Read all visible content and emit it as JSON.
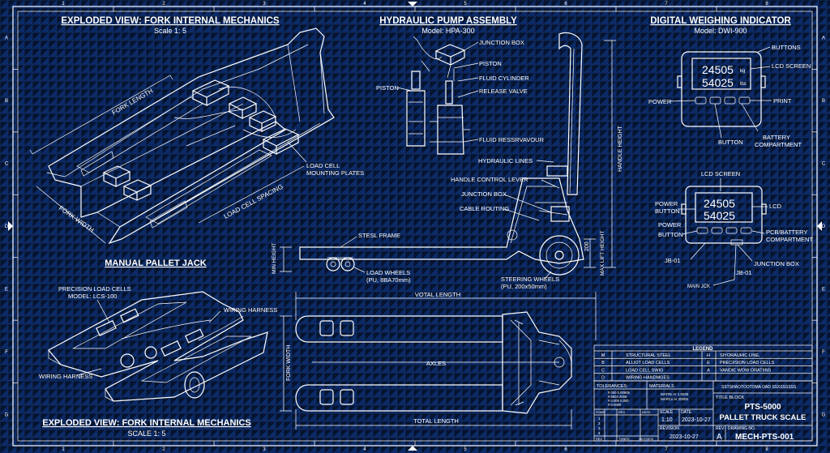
{
  "border": {
    "columns": [
      "1",
      "2",
      "3",
      "4",
      "5",
      "6",
      "7",
      "8"
    ],
    "rows": [
      "A",
      "B",
      "C",
      "D",
      "E",
      "F",
      "G"
    ]
  },
  "exploded_top": {
    "title": "EXPLODED VIEW: FORK INTERNAL MECHANICS",
    "scale": "Scale 1: 5"
  },
  "pump": {
    "title": "HYDRAULIC PUMP ASSEMBLY",
    "model": "Model: HPA-300"
  },
  "indicator": {
    "title": "DIGITAL WEIGHING INDICATOR",
    "model": "Model: DWI-900"
  },
  "exploded_bottom": {
    "title": "EXPLODED VIEW: FORK INTERNAL MECHANICS",
    "scale": "SCALE 1: 5"
  },
  "fork_labels": {
    "fork_length": "FORK LENGTH",
    "fork_width": "FORK WIDTH",
    "load_cell_spacing": "LOAD CELL SPACING",
    "mounting_plates_1": "LOAD CELL",
    "mounting_plates_2": "MOUNTING PLATES"
  },
  "pump_labels": {
    "junction_box": "JUNCTION BOX",
    "piston_left": "PISTON",
    "piston": "PISTON",
    "fluid_cylinder": "FLUID CYLINDER",
    "release_valve": "RELEASE VALVE",
    "fluid_reservoir": "FLUID RESSRVAVOUR"
  },
  "indicator_labels": {
    "buttons": "BUTTONS",
    "lcd_screen": "LCD SCREEN",
    "power": "POWER",
    "print": "PRINT",
    "button": "BUTTON",
    "battery_1": "BATTERY",
    "battery_2": "COMPARTMENT",
    "reading_kg": "24505",
    "reading_lbs": "54025",
    "unit_kg": "kg",
    "unit_lbs": "lbs"
  },
  "indicator2_labels": {
    "lcd_screen": "LCD SCREEN",
    "power_button_1": "POWER",
    "power_button_2": "BUTTON",
    "lcd": "LCD",
    "power": "POWER",
    "button": "BUTTON",
    "pcb_1": "PCB/BATTERY",
    "pcb_2": "COMPARTMENT",
    "jb01_left": "JB-01",
    "junction_box": "JUNCTION BOX",
    "jb01_right": "JB-01",
    "main_jck": "MAIN JCK",
    "reading_kg": "24505",
    "reading_lbs": "54025"
  },
  "truck_labels": {
    "handle_height": "HANDLE HEIGHT",
    "hydraulic_lines": "HYDRAULIC LINES",
    "handle_control_lever": "HANDLE CONTROL LEVER",
    "junction_box": "JUNCTION BOX",
    "cable_routing": "CABLE ROUTING",
    "steel_frame": "STESL FRAME",
    "min_height": "MIN HEIGHT",
    "max_lift_height": "MAX LIFT HEIGHT",
    "lift_value": "200",
    "load_wheels_1": "LOAD WHEELS",
    "load_wheels_2": "(PU, 8BA70mm)",
    "steering_wheels_1": "STEERING WHEELS",
    "steering_wheels_2": "(PU, 200x50mm)",
    "manual_pallet_jack": "MANUAL PALLET JACK",
    "total_length_top": "VOTAL LENGTH",
    "fork_width": "FORK WIDTH",
    "axles": "AXLES",
    "total_length_bottom": "TOTAL LENGTH"
  },
  "bottom_left_labels": {
    "precision_1": "PRECISION LOAD CELLS",
    "precision_2": "MODEL: LCS-100",
    "wiring_right": "WIRING HARNESS",
    "wiring_left": "WIRING HARNESS"
  },
  "legend": {
    "title": "LEGEND",
    "rows": [
      {
        "k1": "M",
        "v1": "STRUCTURAL STEEL",
        "k2": "H",
        "v2": "SIYORAUHIC LINE,"
      },
      {
        "k1": "B",
        "v1": "ALLIOT LOAD CELLS",
        "k2": "E",
        "v2": "PRECIISION LOAD CELLS"
      },
      {
        "k1": "C",
        "v1": "LOAD CELL SWIG",
        "k2": "A",
        "v2": "VANDIE WOW ORATIINS"
      },
      {
        "k1": "D",
        "v1": "WIRING HANDMGES",
        "k2": "",
        "v2": ""
      }
    ]
  },
  "title_block": {
    "tolerances": "TOLERANCES:",
    "materials": "MATERIALS",
    "materials_code": "SSTSHAOTOOTOMA OAD SSXSSSSSS",
    "tol_rows": [
      "#.000  0.00605",
      "#.9604  2006",
      "#.0.000  0.000",
      "#  0.0000"
    ],
    "mat_rows": [
      "MATRx  Ar 1.0026",
      "MARCx  Ar 20005"
    ],
    "title_block_label": "TITLE BLOCK",
    "product": "PTS-5000",
    "product_desc": "PALLET TRUCK SCALE",
    "scale_label": "SCALE",
    "scale_value": "1:10",
    "date_label": "DATE",
    "date_value": "2023-10-27",
    "rev_label": "REVISION",
    "rev_value": "2023-10-27",
    "rev_head": "REV",
    "rev_letter": "A",
    "drawing_label": "DRAWING NO.",
    "drawing_no": "MECH-PTS-001",
    "change_head": [
      "ZONE",
      "REV",
      "DATE"
    ],
    "change_rows": [
      "1",
      "2",
      "3",
      "4"
    ],
    "change_foot": [
      "REV",
      "THNRS",
      "SIKVSSOS"
    ]
  }
}
